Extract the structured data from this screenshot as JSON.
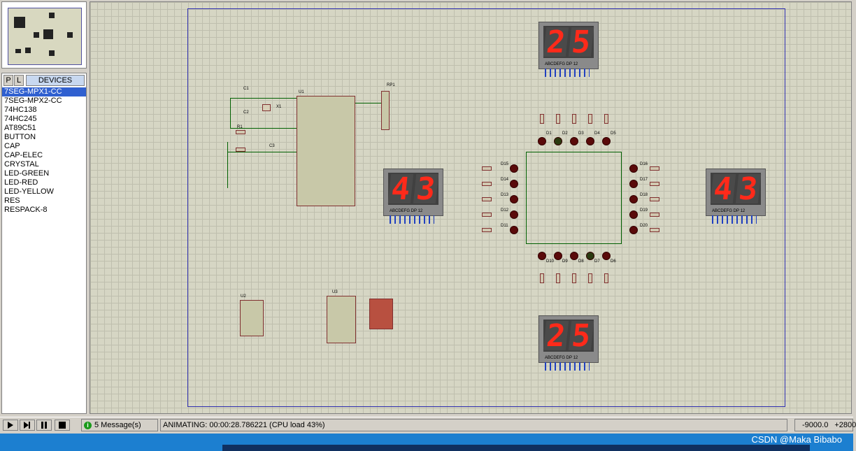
{
  "devices_panel": {
    "tab_p": "P",
    "tab_l": "L",
    "header": "DEVICES",
    "items": [
      "7SEG-MPX1-CC",
      "7SEG-MPX2-CC",
      "74HC138",
      "74HC245",
      "AT89C51",
      "BUTTON",
      "CAP",
      "CAP-ELEC",
      "CRYSTAL",
      "LED-GREEN",
      "LED-RED",
      "LED-YELLOW",
      "RES",
      "RESPACK-8"
    ],
    "selected": "7SEG-MPX1-CC"
  },
  "schematic": {
    "u1_label": "U1",
    "u2_label": "U2",
    "u3_label": "U3",
    "rp1_label": "RP1",
    "c1_label": "C1",
    "c2_label": "C2",
    "c3_label": "C3",
    "x1_label": "X1",
    "r1_label": "R1",
    "display_top": {
      "digits": [
        "2",
        "5"
      ],
      "pins_label": "ABCDEFG  DP      12"
    },
    "display_bottom": {
      "digits": [
        "2",
        "5"
      ],
      "pins_label": "ABCDEFG  DP      12"
    },
    "display_left": {
      "digits": [
        "4",
        "3"
      ],
      "pins_label": "ABCDEFG  DP      12"
    },
    "display_right": {
      "digits": [
        "4",
        "3"
      ],
      "pins_label": "ABCDEFG  DP      12"
    },
    "led_top_labels": [
      "D1",
      "D2",
      "D3",
      "D4",
      "D5"
    ],
    "led_bottom_labels": [
      "D10",
      "D9",
      "D8",
      "D7",
      "D6"
    ],
    "led_left_labels": [
      "D15",
      "D14",
      "D13",
      "D12",
      "D11"
    ],
    "led_right_labels": [
      "D16",
      "D17",
      "D18",
      "D19",
      "D20"
    ],
    "segment_color": "#ff2a1a"
  },
  "toolbar": {
    "play_icon": "play-icon",
    "step_icon": "step-icon",
    "pause_icon": "pause-icon",
    "stop_icon": "stop-icon",
    "messages": "5 Message(s)",
    "status": "ANIMATING: 00:00:28.786221 (CPU load 43%)",
    "coord_x": "-9000.0",
    "coord_y": "+2800"
  },
  "taskbar": {
    "watermark": "CSDN @Maka Bibabo"
  }
}
